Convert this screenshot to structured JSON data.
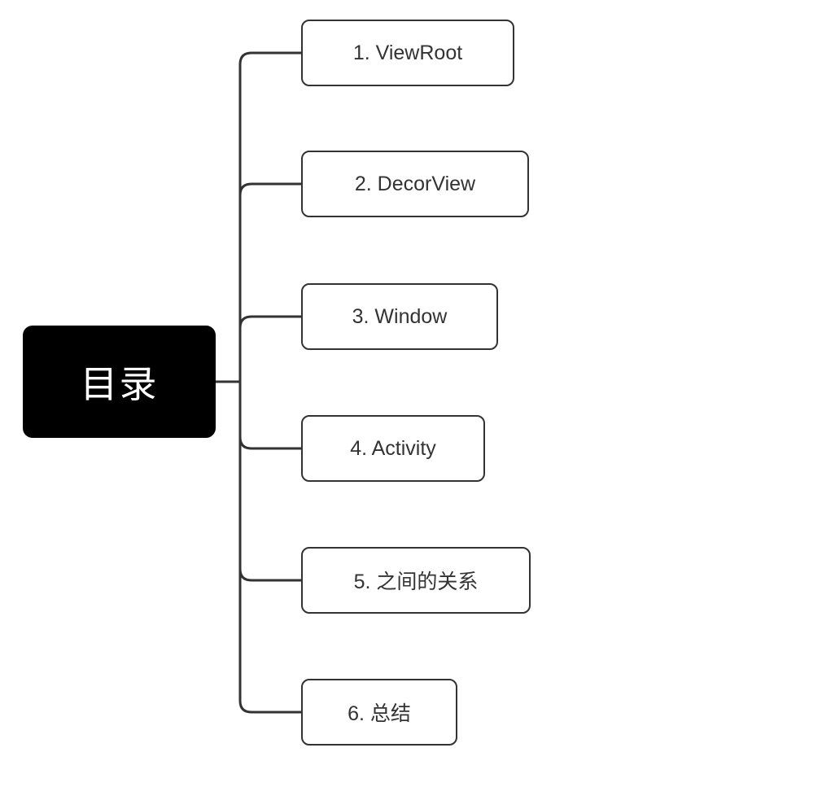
{
  "diagram": {
    "type": "mindmap",
    "root": {
      "label": "目录"
    },
    "branches": [
      {
        "label": "1. ViewRoot"
      },
      {
        "label": "2. DecorView"
      },
      {
        "label": "3. Window"
      },
      {
        "label": "4. Activity"
      },
      {
        "label": "5. 之间的关系"
      },
      {
        "label": "6. 总结"
      }
    ],
    "colors": {
      "background": "#ffffff",
      "connector_line": "#333333",
      "topic_border": "#333333",
      "topic_text": "#333333",
      "root_background": "#000000",
      "root_text": "#ffffff"
    }
  }
}
